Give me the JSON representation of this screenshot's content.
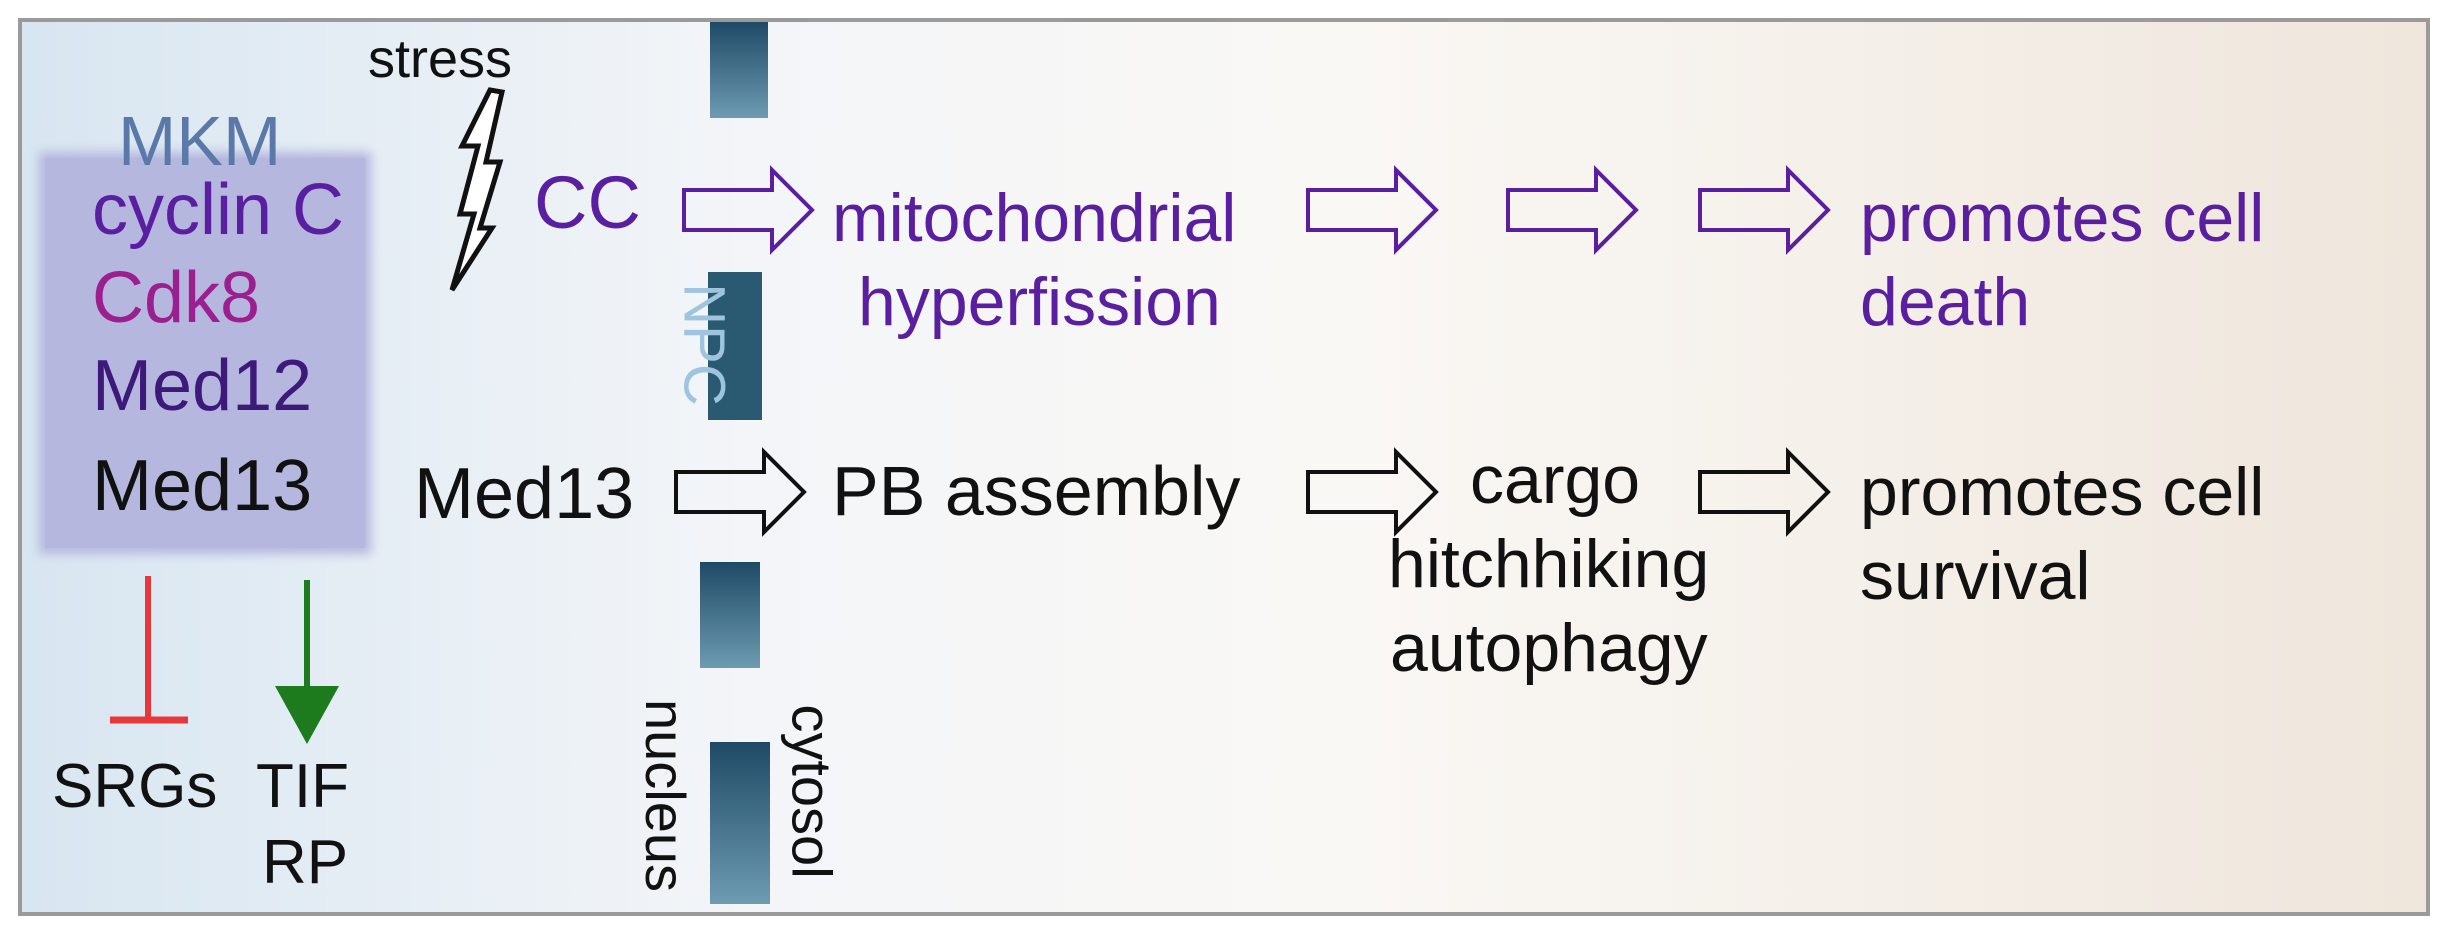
{
  "stress": "stress",
  "mkm": {
    "title": "MKM",
    "cyclin_c": "cyclin C",
    "cdk8": "Cdk8",
    "med12": "Med12",
    "med13": "Med13"
  },
  "targets": {
    "srgs": "SRGs",
    "tif": "TIF",
    "rp": "RP"
  },
  "npc": "NPC",
  "compartments": {
    "nucleus": "nucleus",
    "cytosol": "cytosol"
  },
  "pathway_top": {
    "cc": "CC",
    "step1_line1": "mitochondrial",
    "step1_line2": "hyperfission",
    "outcome_line1": "promotes cell",
    "outcome_line2": "death"
  },
  "pathway_bottom": {
    "med13": "Med13",
    "step1": "PB assembly",
    "step2_line1": "cargo",
    "step2_line2": "hitchhiking",
    "step2_line3": "autophagy",
    "outcome_line1": "promotes cell",
    "outcome_line2": "survival"
  },
  "colors": {
    "purple": "#5a1ea0",
    "magenta": "#9b1f8e",
    "mkm_blue": "#5a78a8",
    "red": "#e8373a",
    "green": "#1d7a1d"
  }
}
